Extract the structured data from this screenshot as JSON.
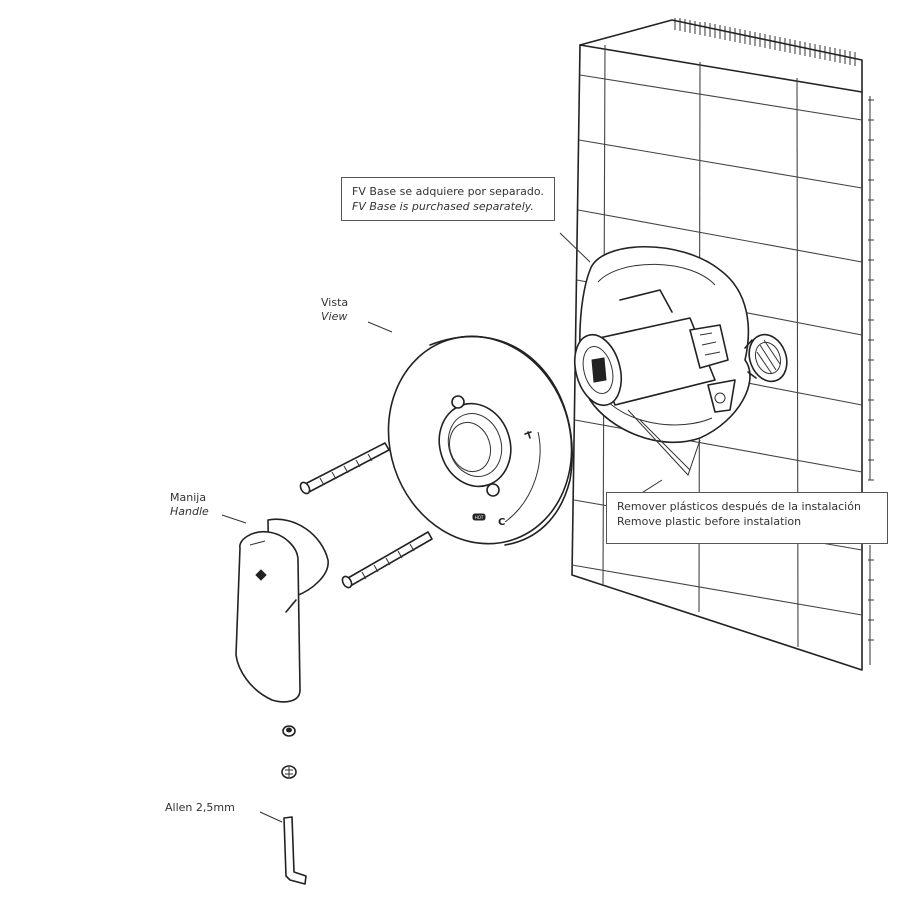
{
  "labels": {
    "fv_base": {
      "es": "FV Base se adquiere por separado.",
      "en": "FV Base is purchased separately."
    },
    "vista": {
      "es": "Vista",
      "en": "View"
    },
    "manija": {
      "es": "Manija",
      "en": "Handle"
    },
    "remove_plastic": {
      "es": "Remover plásticos después de la instalación",
      "en": "Remove plastic before instalation"
    },
    "allen": "Allen 2,5mm",
    "plate_marks": {
      "hot": "HOT",
      "cold": "C"
    }
  }
}
